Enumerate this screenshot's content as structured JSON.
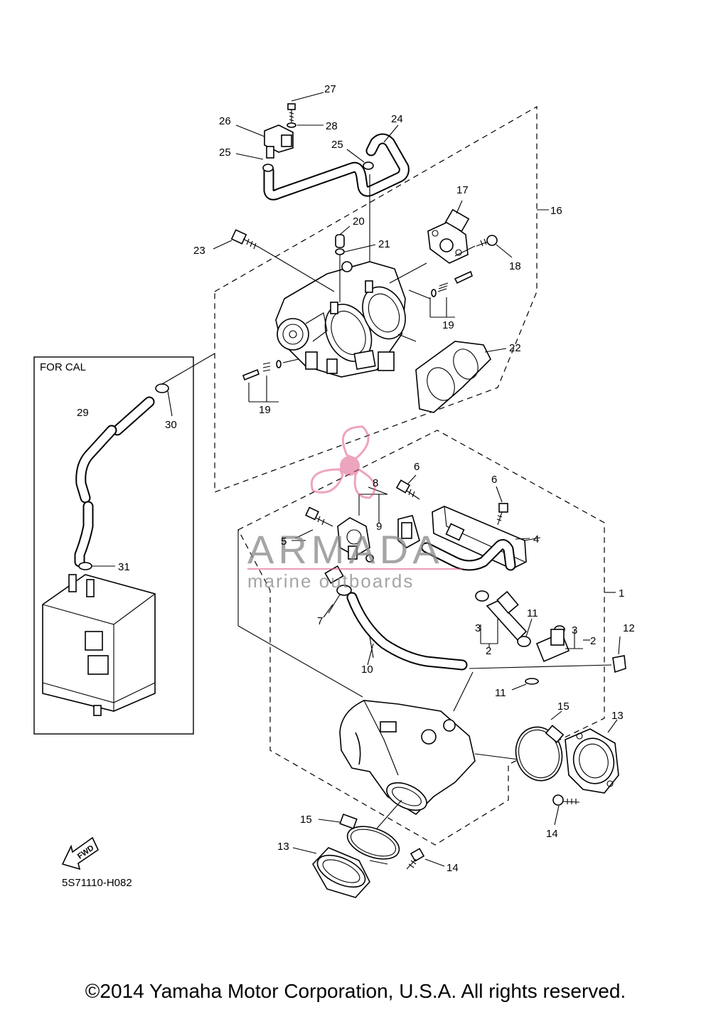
{
  "diagram_code": "5S71110-H082",
  "for_cal_label": "FOR CAL",
  "fwd_label": "FWD",
  "watermark": {
    "brand": "ARMADA",
    "tagline": "marine outboards",
    "accent": "#e05a8a"
  },
  "callouts": {
    "c1": "1",
    "c2a": "2",
    "c2b": "2",
    "c3a": "3",
    "c3b": "3",
    "c4": "4",
    "c5": "5",
    "c6a": "6",
    "c6b": "6",
    "c7": "7",
    "c8": "8",
    "c9": "9",
    "c10": "10",
    "c11a": "11",
    "c11b": "11",
    "c12": "12",
    "c13a": "13",
    "c13b": "13",
    "c14a": "14",
    "c14b": "14",
    "c15a": "15",
    "c15b": "15",
    "c16": "16",
    "c17": "17",
    "c18": "18",
    "c19a": "19",
    "c19b": "19",
    "c20": "20",
    "c21": "21",
    "c22": "22",
    "c23": "23",
    "c24": "24",
    "c25a": "25",
    "c25b": "25",
    "c26": "26",
    "c27": "27",
    "c28": "28",
    "c29": "29",
    "c30": "30",
    "c31": "31"
  },
  "copyright": "©2014 Yamaha Motor Corporation, U.S.A. All rights reserved."
}
